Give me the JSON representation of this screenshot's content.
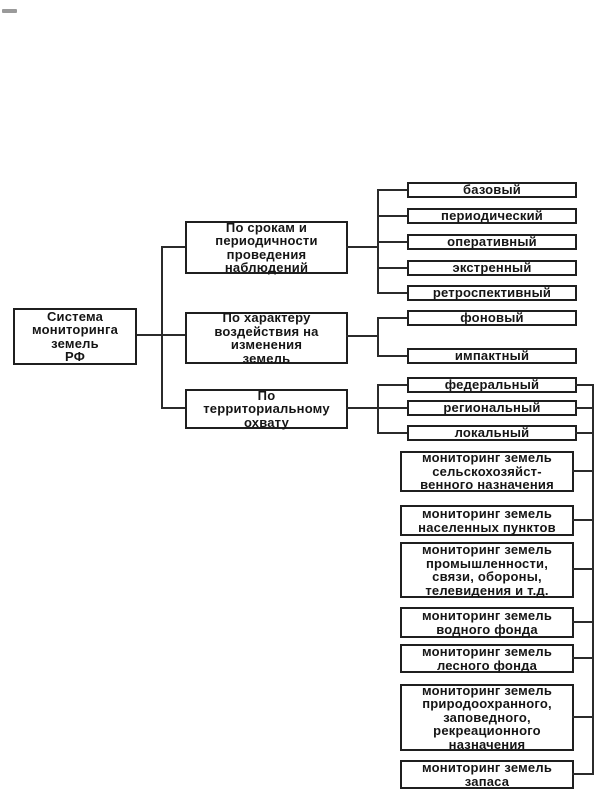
{
  "diagram": {
    "root_label": "Система\nмониторинга\nземель\nРФ",
    "branches": [
      {
        "label": "По срокам и\nпериодичности\nпроведения\nнаблюдений",
        "items": [
          "базовый",
          "периодический",
          "оперативный",
          "экстренный",
          "ретроспективный"
        ]
      },
      {
        "label": "По характеру\nвоздействия на\nизменения\nземель",
        "items": [
          "фоновый",
          "импактный"
        ]
      },
      {
        "label": "По\nтерриториальному\nохвату",
        "items": [
          "федеральный",
          "региональный",
          "локальный"
        ]
      }
    ],
    "territorial_monitoring": [
      "мониторинг земель\nсельскохозяйст-\nвенного назначения",
      "мониторинг земель\nнаселенных пунктов",
      "мониторинг земель\nпромышленности,\nсвязи, обороны,\nтелевидения и т.д.",
      "мониторинг земель\nводного фонда",
      "мониторинг земель\nлесного фонда",
      "мониторинг земель\nприродоохранного,\nзаповедного,\nрекреационного\nназначения",
      "мониторинг земель\nзапаса"
    ]
  }
}
